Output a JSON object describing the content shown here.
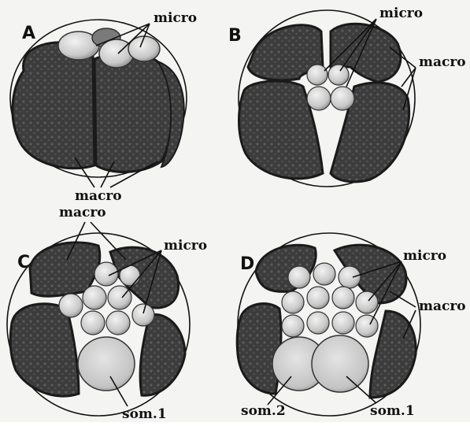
{
  "panels": [
    {
      "letter": "A",
      "labels": [
        "micro",
        "macro"
      ]
    },
    {
      "letter": "B",
      "labels": [
        "micro",
        "macro"
      ]
    },
    {
      "letter": "C",
      "labels": [
        "macro",
        "micro",
        "som.1"
      ]
    },
    {
      "letter": "D",
      "labels": [
        "micro",
        "macro",
        "som.2",
        "som.1"
      ]
    }
  ],
  "colors": {
    "background": "#f4f4f2",
    "macromere": "#3a3a3a",
    "macromere_rim": "#1f1f1f",
    "micromere": "#c9c9c9",
    "somatoblast": "#d2d2d2",
    "outline": "#111111"
  }
}
